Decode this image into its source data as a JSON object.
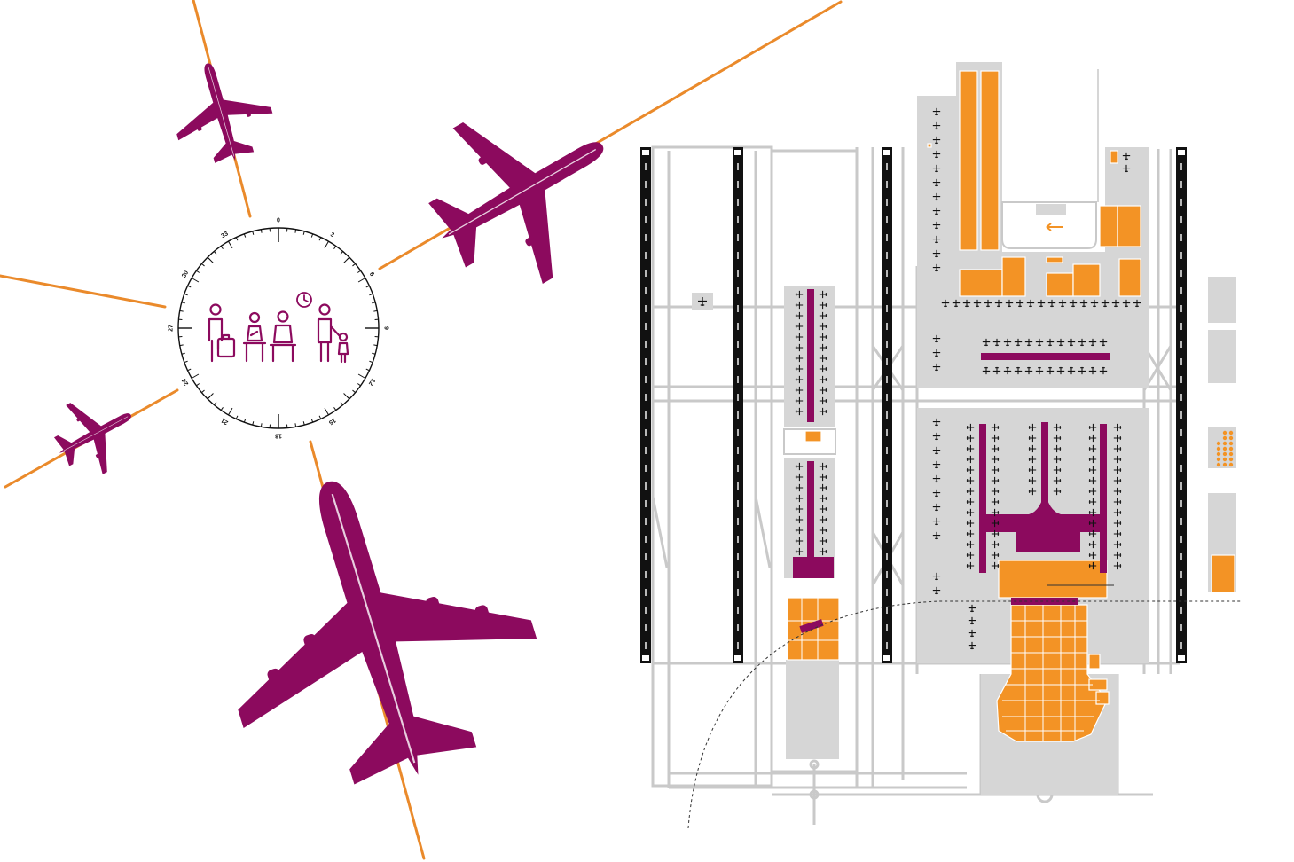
{
  "colors": {
    "purple": "#8c0a5e",
    "orange": "#ea8a2b",
    "orange_fill": "#f39325",
    "grey": "#d6d6d6",
    "grey_line": "#c9c9c9",
    "black": "#111111"
  },
  "compass": {
    "labels": [
      "0",
      "3",
      "6",
      "9",
      "12",
      "15",
      "18",
      "21",
      "24",
      "27",
      "30",
      "33"
    ]
  },
  "icons": [
    "traveler-with-suitcase-icon",
    "seated-child-icon",
    "seated-adult-icon",
    "adult-with-child-icon",
    "clock-icon"
  ],
  "aircraft": [
    "airplane-small-top",
    "airplane-medium-right",
    "airplane-small-left",
    "airplane-large-bottom"
  ]
}
